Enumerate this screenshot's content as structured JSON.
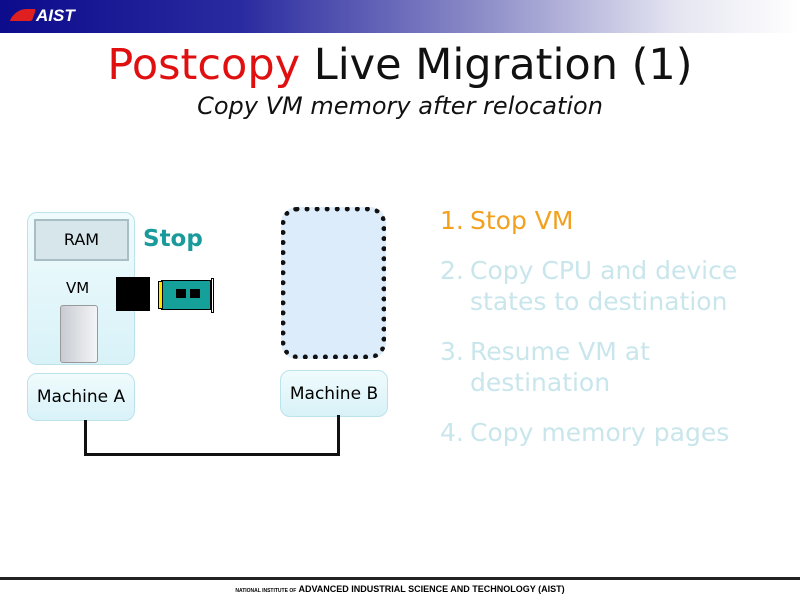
{
  "header": {
    "logo": "AIST"
  },
  "title": {
    "highlight": "Postcopy",
    "rest": " Live Migration (1)"
  },
  "subtitle": "Copy VM memory after relocation",
  "diagram": {
    "ram": "RAM",
    "stop": "Stop",
    "vm": "VM",
    "machine_a": "Machine A",
    "machine_b": "Machine B"
  },
  "steps": [
    {
      "num": "1.",
      "text": "Stop VM",
      "active": true
    },
    {
      "num": "2.",
      "text": "Copy CPU and device states to destination",
      "active": false
    },
    {
      "num": "3.",
      "text": "Resume VM at destination",
      "active": false
    },
    {
      "num": "4.",
      "text": "Copy memory pages",
      "active": false
    }
  ],
  "footer": {
    "small": "NATIONAL INSTITUTE OF",
    "main": "ADVANCED INDUSTRIAL SCIENCE AND TECHNOLOGY (AIST)"
  },
  "colors": {
    "accent": "#e01010",
    "active_step": "#f2a01e",
    "inactive_step": "#c8e6ec",
    "stop": "#1a9a9a"
  }
}
